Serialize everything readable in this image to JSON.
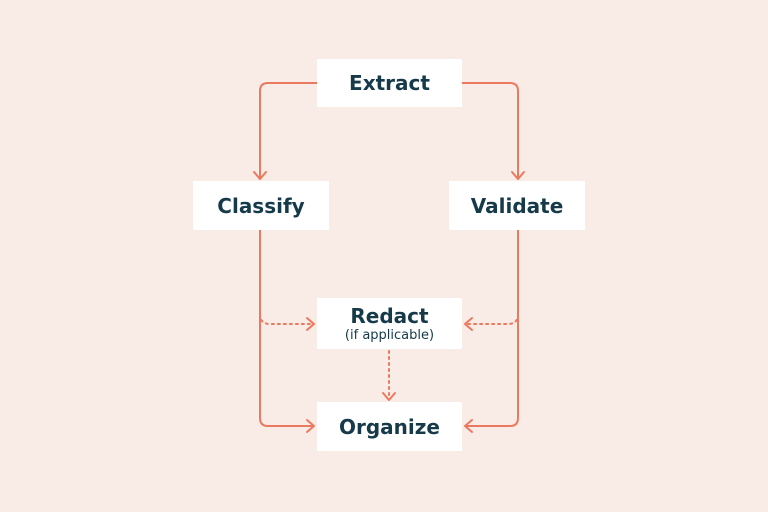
{
  "colors": {
    "background": "#f9ebe5",
    "box": "#ffffff",
    "text": "#163a4a",
    "arrow": "#e9795f"
  },
  "nodes": {
    "extract": {
      "label": "Extract"
    },
    "classify": {
      "label": "Classify"
    },
    "validate": {
      "label": "Validate"
    },
    "redact": {
      "label": "Redact",
      "sublabel": "(if applicable)"
    },
    "organize": {
      "label": "Organize"
    }
  },
  "edges": [
    {
      "from": "extract",
      "to": "classify",
      "style": "solid"
    },
    {
      "from": "extract",
      "to": "validate",
      "style": "solid"
    },
    {
      "from": "classify",
      "to": "organize",
      "style": "solid"
    },
    {
      "from": "validate",
      "to": "organize",
      "style": "solid"
    },
    {
      "from": "classify",
      "to": "redact",
      "style": "dotted"
    },
    {
      "from": "validate",
      "to": "redact",
      "style": "dotted"
    },
    {
      "from": "redact",
      "to": "organize",
      "style": "dotted"
    }
  ]
}
